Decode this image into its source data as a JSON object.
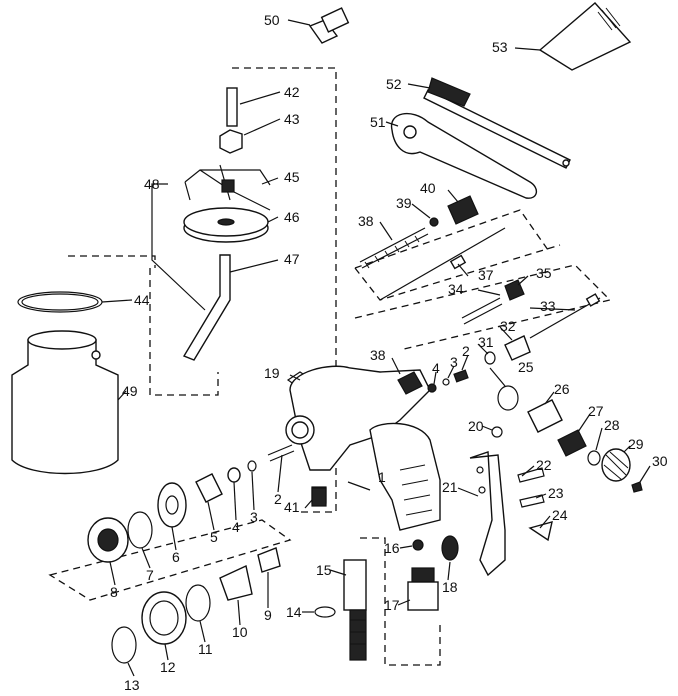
{
  "callouts": [
    "1",
    "2",
    "2",
    "3",
    "3",
    "4",
    "4",
    "5",
    "6",
    "7",
    "8",
    "9",
    "10",
    "11",
    "12",
    "13",
    "14",
    "15",
    "16",
    "17",
    "18",
    "19",
    "20",
    "21",
    "22",
    "23",
    "24",
    "25",
    "26",
    "27",
    "28",
    "29",
    "30",
    "31",
    "32",
    "33",
    "34",
    "35",
    "37",
    "38",
    "38",
    "39",
    "40",
    "41",
    "42",
    "43",
    "44",
    "45",
    "46",
    "47",
    "48",
    "49",
    "50",
    "51",
    "52",
    "53"
  ]
}
